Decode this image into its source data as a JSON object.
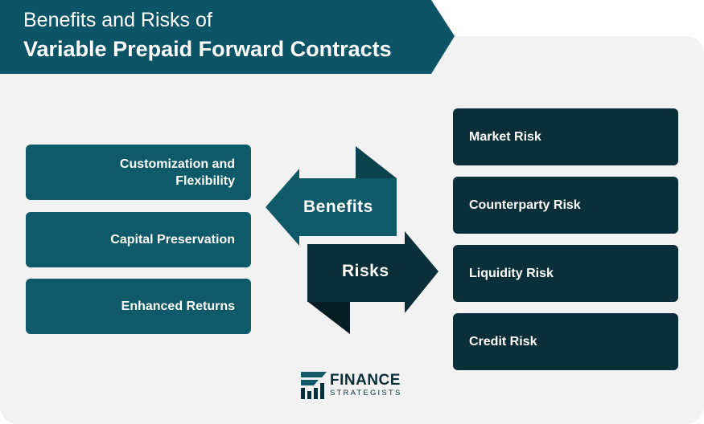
{
  "title": {
    "line1": "Benefits and Risks of",
    "line2": "Variable Prepaid Forward Contracts"
  },
  "benefits": [
    {
      "label": "Customization and Flexibility"
    },
    {
      "label": "Capital Preservation"
    },
    {
      "label": "Enhanced Returns"
    }
  ],
  "risks": [
    {
      "label": "Market Risk"
    },
    {
      "label": "Counterparty Risk"
    },
    {
      "label": "Liquidity Risk"
    },
    {
      "label": "Credit Risk"
    }
  ],
  "arrows": {
    "benefits_label": "Benefits",
    "risks_label": "Risks"
  },
  "logo": {
    "word1": "FINANCE",
    "word2": "STRATEGISTS"
  },
  "colors": {
    "benefit": "#0e5a68",
    "risk": "#0b2f38",
    "banner": "#0d5566",
    "background": "#f2f2f2"
  }
}
